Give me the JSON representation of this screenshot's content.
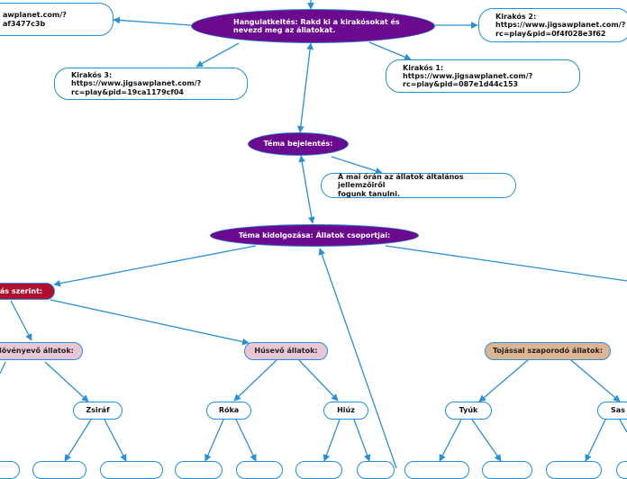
{
  "colors": {
    "edge": "#2a90d4",
    "ellipse_fill": "#6b0a8f",
    "red_fill": "#b01030",
    "pink_fill": "#e8c6d6",
    "tan_fill": "#deb592"
  },
  "nodes": {
    "link_partial": "awplanet.com/?\naf3477c3b",
    "motivation": "Hangulatkeltés: Rakd ki a kirakósokat és\nnevezd meg az állatokat.",
    "puzzle2": "Kirakós 2:\nhttps://www.jigsawplanet.com/?\nrc=play&pid=0f4f028e3f62",
    "puzzle3": "Kirakós 3:\nhttps://www.jigsawplanet.com/?\nrc=play&pid=19ca1179cf04",
    "puzzle1": "Kirakós 1:\nhttps://www.jigsawplanet.com/?\nrc=play&pid=087e1d44c153",
    "topic_announce": "Téma bejelentés:",
    "goal": "A mai órán az állatok általános jellemzőiről\nfogunk tanulni.",
    "topic_process": "Téma kidolgozása: Állatok csoportjai:",
    "by_feeding": "ás szerint:",
    "herbivores": "Növényevő állatok:",
    "carnivores": "Húsevő állatok:",
    "egg_layers": "Tojással szaporodó állatok:",
    "giraffe": "Zsiráf",
    "fox": "Róka",
    "lynx": "Hiúz",
    "hen": "Tyúk",
    "eagle": "Sas"
  }
}
